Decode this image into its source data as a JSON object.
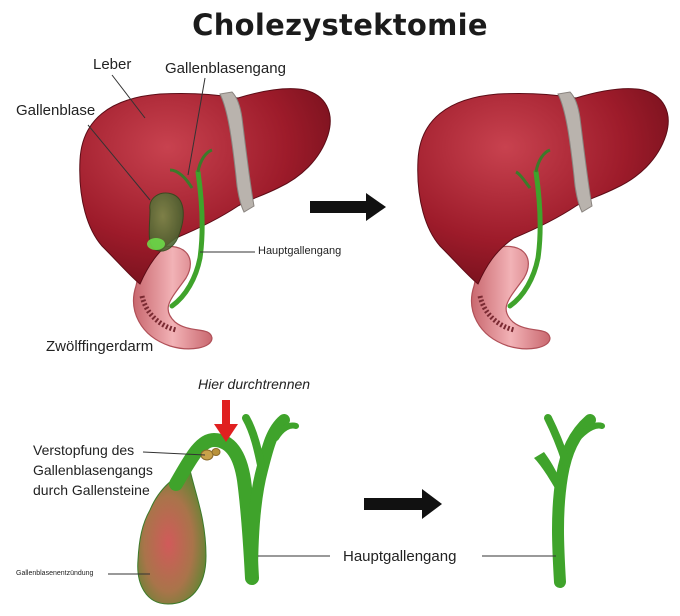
{
  "title": "Cholezystektomie",
  "top": {
    "leber": "Leber",
    "gallenblasengang": "Gallenblasengang",
    "gallenblase": "Gallenblase",
    "hauptgallengang": "Hauptgallengang",
    "zwoelffingerdarm": "Zwölffingerdarm"
  },
  "bottom": {
    "cut_label": "Hier durchtrennen",
    "blockage_line1": "Verstopfung des",
    "blockage_line2": "Gallenblasengangs",
    "blockage_line3": "durch Gallensteine",
    "inflammation": "Gallenblasenentzündung",
    "hauptgallengang": "Hauptgallengang"
  },
  "colors": {
    "liver": "#9d1b2a",
    "liver_highlight": "#c8424f",
    "duct": "#3fa32b",
    "duodenum": "#e39aa0",
    "arrow": "#111111",
    "cut_arrow": "#e02020",
    "gallbladder": "#9b7a4a"
  }
}
